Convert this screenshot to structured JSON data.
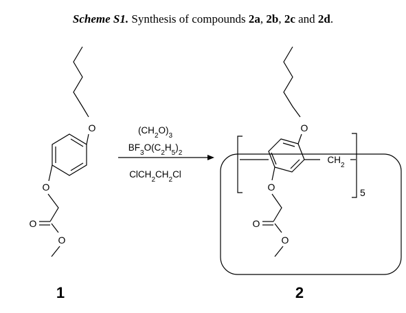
{
  "caption": {
    "lead": "Scheme S1.",
    "text_1": " Synthesis of compounds ",
    "c1": "2a",
    "sep1": ", ",
    "c2": "2b",
    "sep2": ", ",
    "c3": "2c",
    "sep3": " and ",
    "c4": "2d",
    "end": "."
  },
  "compound1": {
    "label": "1",
    "ether_o": "O",
    "ester_link_o": "O",
    "carbonyl_o": "O",
    "methoxy_o": "O"
  },
  "reaction": {
    "reagent_1": "(CH2O)3",
    "reagent_2": "BF3O(C2H5)2",
    "solvent": "ClCH2CH2Cl"
  },
  "compound2": {
    "label": "2",
    "ether_o": "O",
    "ester_link_o": "O",
    "carbonyl_o": "O",
    "methoxy_o": "O",
    "bridge": "CH2",
    "repeat": "5"
  }
}
